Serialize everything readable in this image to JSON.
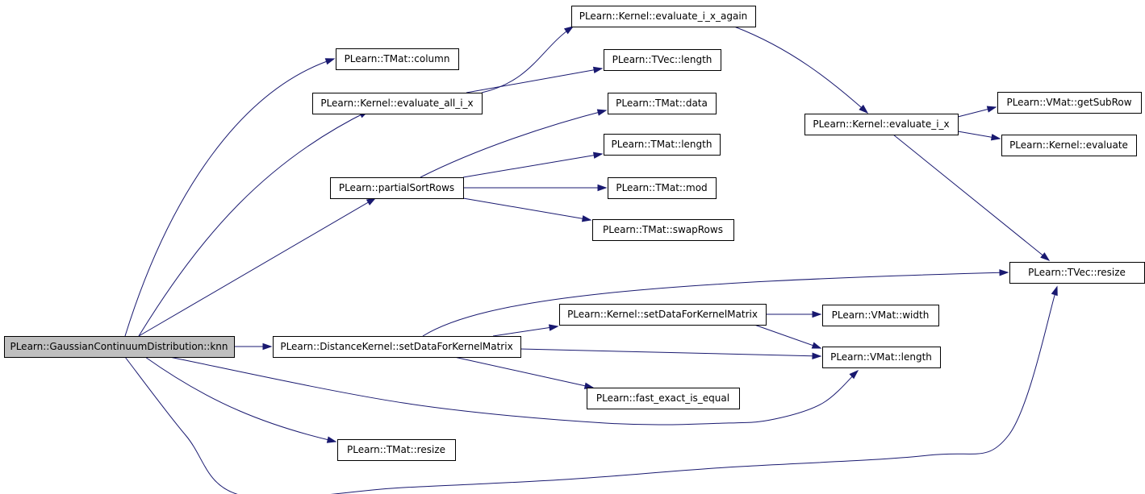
{
  "graph": {
    "nodes": [
      {
        "id": "root",
        "label": "PLearn::GaussianContinuumDistribution::knn",
        "is_root": true
      },
      {
        "id": "tmat_column",
        "label": "PLearn::TMat::column"
      },
      {
        "id": "kernel_eval_all",
        "label": "PLearn::Kernel::evaluate_all_i_x"
      },
      {
        "id": "kernel_eval_again",
        "label": "PLearn::Kernel::evaluate_i_x_again"
      },
      {
        "id": "tvec_length",
        "label": "PLearn::TVec::length"
      },
      {
        "id": "kernel_eval_i_x",
        "label": "PLearn::Kernel::evaluate_i_x"
      },
      {
        "id": "vmat_getsubrow",
        "label": "PLearn::VMat::getSubRow"
      },
      {
        "id": "kernel_evaluate",
        "label": "PLearn::Kernel::evaluate"
      },
      {
        "id": "tmat_data",
        "label": "PLearn::TMat::data"
      },
      {
        "id": "tmat_length",
        "label": "PLearn::TMat::length"
      },
      {
        "id": "partial_sort",
        "label": "PLearn::partialSortRows"
      },
      {
        "id": "tmat_mod",
        "label": "PLearn::TMat::mod"
      },
      {
        "id": "tmat_swaprows",
        "label": "PLearn::TMat::swapRows"
      },
      {
        "id": "tvec_resize",
        "label": "PLearn::TVec::resize"
      },
      {
        "id": "kernel_setdata",
        "label": "PLearn::Kernel::setDataForKernelMatrix"
      },
      {
        "id": "vmat_width",
        "label": "PLearn::VMat::width"
      },
      {
        "id": "distkernel_setdata",
        "label": "PLearn::DistanceKernel::setDataForKernelMatrix"
      },
      {
        "id": "vmat_length",
        "label": "PLearn::VMat::length"
      },
      {
        "id": "fast_exact",
        "label": "PLearn::fast_exact_is_equal"
      },
      {
        "id": "tmat_resize",
        "label": "PLearn::TMat::resize"
      }
    ],
    "edges": [
      {
        "from": "root",
        "to": "tmat_column"
      },
      {
        "from": "root",
        "to": "kernel_eval_all"
      },
      {
        "from": "root",
        "to": "partial_sort"
      },
      {
        "from": "root",
        "to": "distkernel_setdata"
      },
      {
        "from": "root",
        "to": "vmat_length"
      },
      {
        "from": "root",
        "to": "tmat_resize"
      },
      {
        "from": "root",
        "to": "tvec_resize"
      },
      {
        "from": "kernel_eval_all",
        "to": "kernel_eval_again"
      },
      {
        "from": "kernel_eval_all",
        "to": "tvec_length"
      },
      {
        "from": "kernel_eval_again",
        "to": "kernel_eval_i_x"
      },
      {
        "from": "kernel_eval_i_x",
        "to": "vmat_getsubrow"
      },
      {
        "from": "kernel_eval_i_x",
        "to": "kernel_evaluate"
      },
      {
        "from": "kernel_eval_i_x",
        "to": "tvec_resize"
      },
      {
        "from": "partial_sort",
        "to": "tmat_data"
      },
      {
        "from": "partial_sort",
        "to": "tmat_length"
      },
      {
        "from": "partial_sort",
        "to": "tmat_mod"
      },
      {
        "from": "partial_sort",
        "to": "tmat_swaprows"
      },
      {
        "from": "distkernel_setdata",
        "to": "tvec_resize"
      },
      {
        "from": "distkernel_setdata",
        "to": "kernel_setdata"
      },
      {
        "from": "distkernel_setdata",
        "to": "vmat_length"
      },
      {
        "from": "distkernel_setdata",
        "to": "fast_exact"
      },
      {
        "from": "kernel_setdata",
        "to": "vmat_width"
      },
      {
        "from": "kernel_setdata",
        "to": "vmat_length"
      }
    ]
  }
}
